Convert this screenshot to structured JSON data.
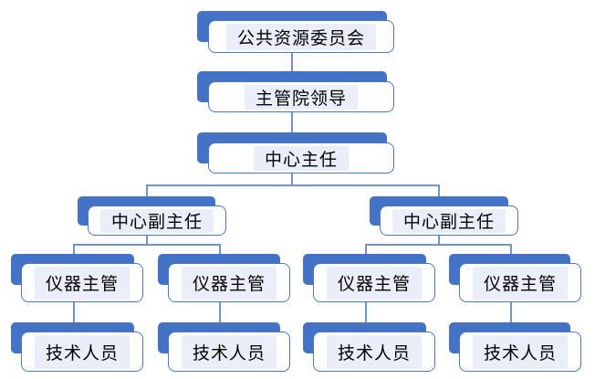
{
  "diagram": {
    "type": "org-chart",
    "background": "#ffffff",
    "nodes": [
      {
        "id": "committee",
        "label": "公共资源委员会",
        "level": 1
      },
      {
        "id": "leadership",
        "label": "主管院领导",
        "level": 2
      },
      {
        "id": "director",
        "label": "中心主任",
        "level": 3
      },
      {
        "id": "deputy-left",
        "label": "中心副主任",
        "level": 4
      },
      {
        "id": "deputy-right",
        "label": "中心副主任",
        "level": 4
      },
      {
        "id": "supervisor-1",
        "label": "仪器主管",
        "level": 5
      },
      {
        "id": "supervisor-2",
        "label": "仪器主管",
        "level": 5
      },
      {
        "id": "supervisor-3",
        "label": "仪器主管",
        "level": 5
      },
      {
        "id": "supervisor-4",
        "label": "仪器主管",
        "level": 5
      },
      {
        "id": "tech-1",
        "label": "技术人员",
        "level": 6
      },
      {
        "id": "tech-2",
        "label": "技术人员",
        "level": 6
      },
      {
        "id": "tech-3",
        "label": "技术人员",
        "level": 6
      },
      {
        "id": "tech-4",
        "label": "技术人员",
        "level": 6
      }
    ],
    "hierarchy": {
      "committee": [
        "leadership"
      ],
      "leadership": [
        "director"
      ],
      "director": [
        "deputy-left",
        "deputy-right"
      ],
      "deputy-left": [
        "supervisor-1",
        "supervisor-2"
      ],
      "deputy-right": [
        "supervisor-3",
        "supervisor-4"
      ],
      "supervisor-1": [
        "tech-1"
      ],
      "supervisor-2": [
        "tech-2"
      ],
      "supervisor-3": [
        "tech-3"
      ],
      "supervisor-4": [
        "tech-4"
      ]
    }
  },
  "colors": {
    "shadow_blue": "#4472C4",
    "box_border": "#4a78c2",
    "box_fill": "#ffffff",
    "label_highlight": "#eaeef8",
    "connector": "#7292cc",
    "text": "#000000"
  }
}
